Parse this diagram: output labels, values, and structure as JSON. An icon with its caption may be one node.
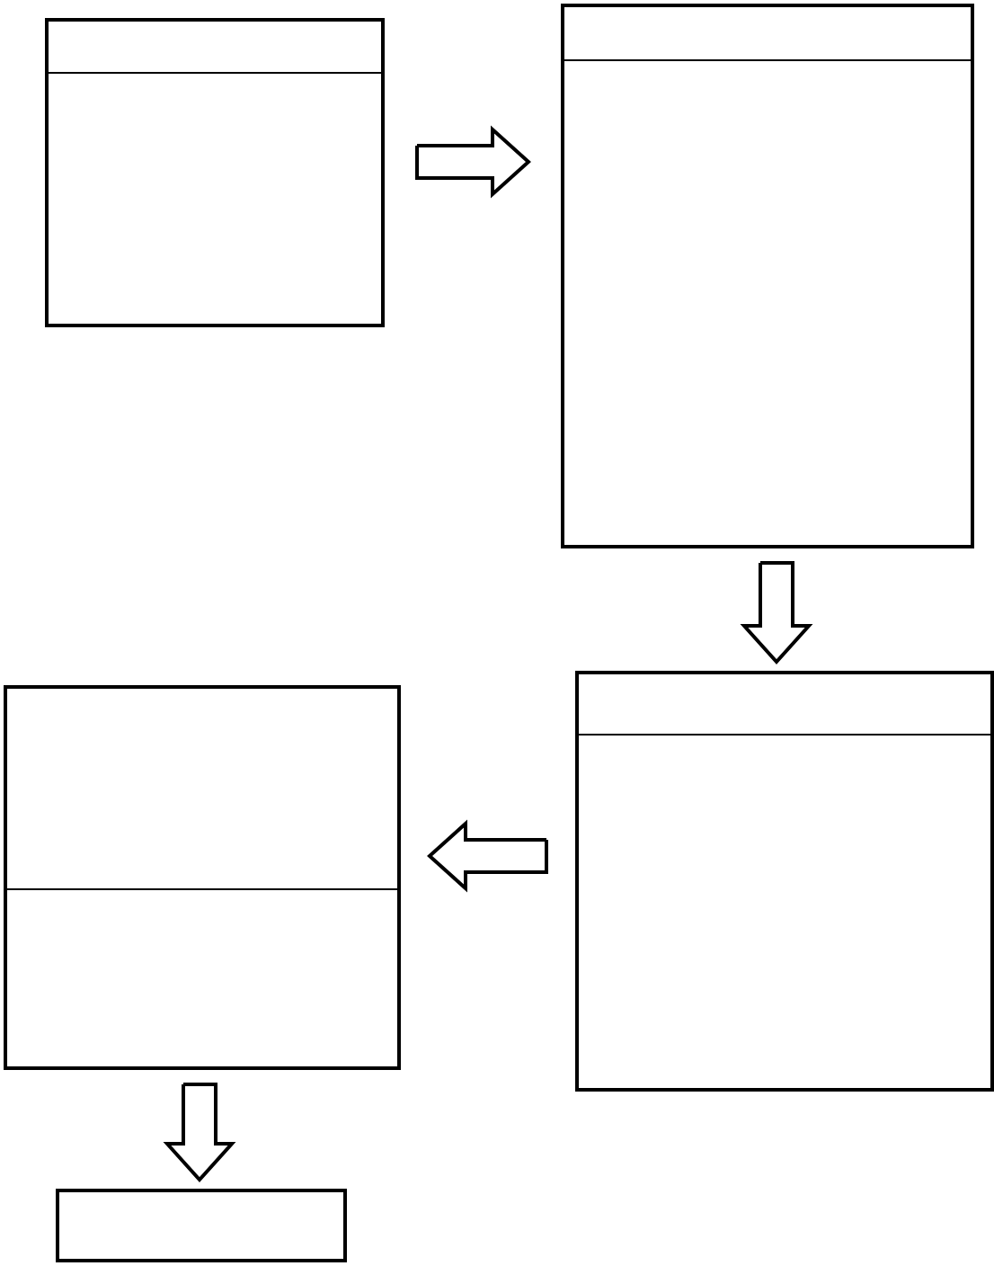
{
  "diagram": {
    "nodes": [
      {
        "text": [],
        "shape": "box"
      },
      {
        "text": [],
        "shape": "box"
      },
      {
        "text": [],
        "shape": "box"
      },
      {
        "text": [],
        "shape": "box"
      },
      {
        "text": [],
        "shape": "box"
      }
    ],
    "edges": [
      {
        "from": 0,
        "to": 1,
        "arrow": "to"
      },
      {
        "from": 1,
        "to": 2,
        "arrow": "to"
      },
      {
        "from": 2,
        "to": 3,
        "arrow": "to"
      },
      {
        "from": 3,
        "to": 4,
        "arrow": "to"
      }
    ]
  }
}
